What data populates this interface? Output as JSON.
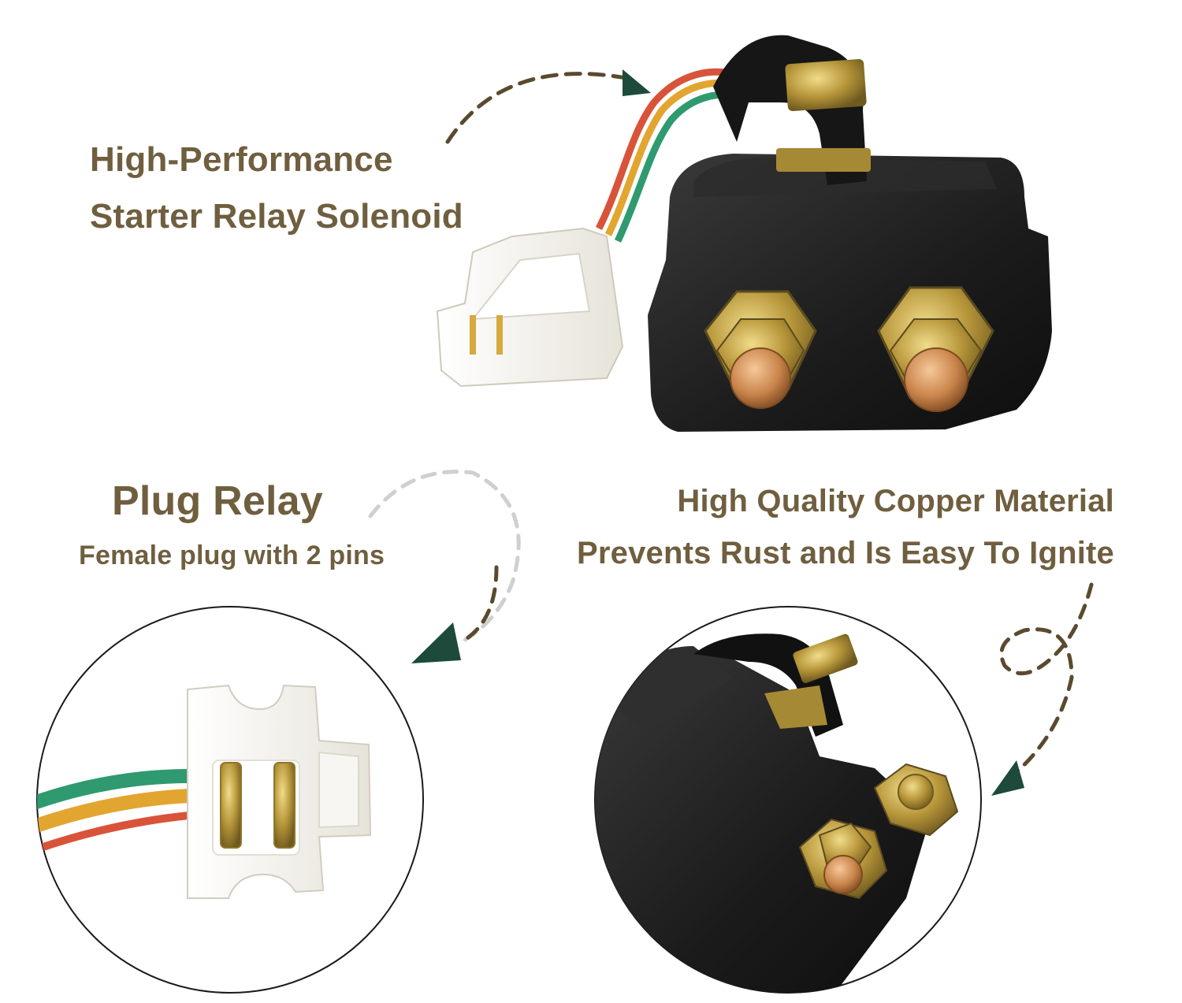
{
  "captions": {
    "main_title_line1": "High-Performance",
    "main_title_line2": "Starter Relay Solenoid",
    "plug_title": "Plug Relay",
    "plug_subtitle": "Female plug with 2 pins",
    "copper_line1": "High Quality Copper Material",
    "copper_line2": "Prevents Rust and Is Easy To Ignite"
  },
  "colors": {
    "caption_text": "#6f5f3f",
    "arrow_brown": "#5a4a2e",
    "arrow_green": "#1d4a3a",
    "relay_body": "#1c1c1c",
    "brass": "#b89a3c",
    "copper": "#c9894a",
    "connector_white": "#f3f1ea",
    "wire_green": "#2f9a6f",
    "wire_orange": "#e2a530",
    "wire_red": "#d9533a"
  }
}
